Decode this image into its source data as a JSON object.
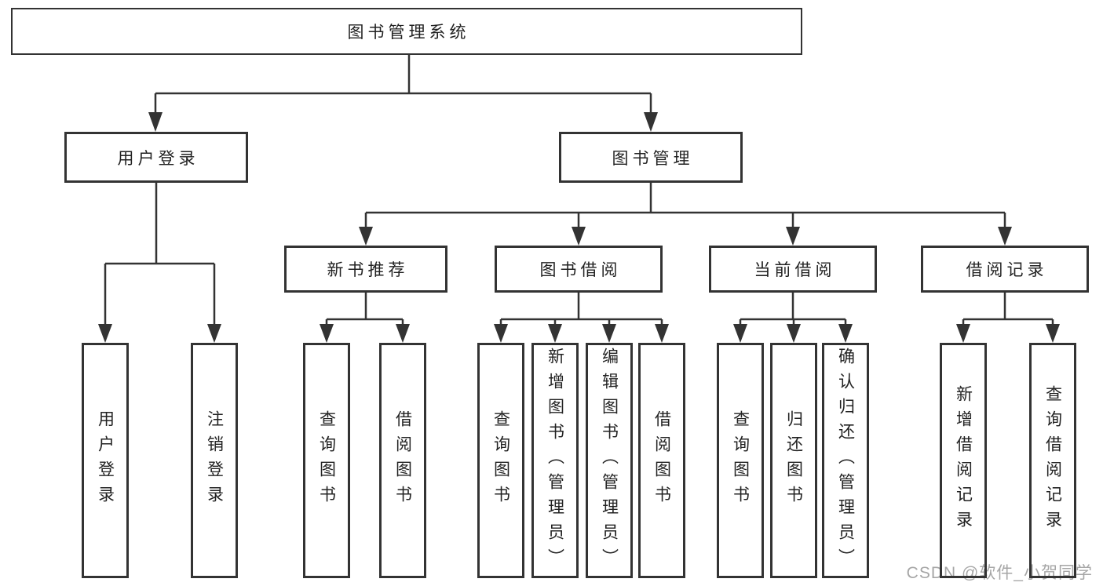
{
  "tree": {
    "label": "图书管理系统",
    "children": [
      {
        "label": "用户登录",
        "children": [
          {
            "label": "用户登录"
          },
          {
            "label": "注销登录"
          }
        ]
      },
      {
        "label": "图书管理",
        "children": [
          {
            "label": "新书推荐",
            "children": [
              {
                "label": "查询图书"
              },
              {
                "label": "借阅图书"
              }
            ]
          },
          {
            "label": "图书借阅",
            "children": [
              {
                "label": "查询图书"
              },
              {
                "label": "新增图书（管理员）"
              },
              {
                "label": "编辑图书（管理员）"
              },
              {
                "label": "借阅图书"
              }
            ]
          },
          {
            "label": "当前借阅",
            "children": [
              {
                "label": "查询图书"
              },
              {
                "label": "归还图书"
              },
              {
                "label": "确认归还（管理员）"
              }
            ]
          },
          {
            "label": "借阅记录",
            "children": [
              {
                "label": "新增借阅记录"
              },
              {
                "label": "查询借阅记录"
              }
            ]
          }
        ]
      }
    ]
  },
  "watermark": {
    "text": "CSDN @软件_小贺同学"
  },
  "colors": {
    "line": "#333333",
    "box_border": "#333333",
    "text": "#222222",
    "background": "#ffffff",
    "watermark": "#a6a6a6"
  }
}
